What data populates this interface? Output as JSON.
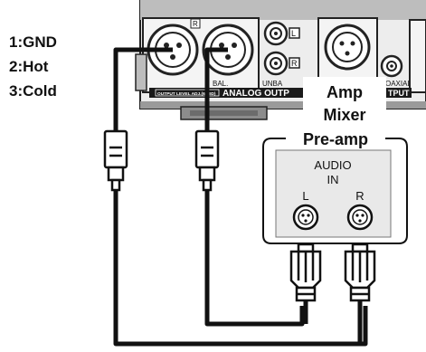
{
  "pin_legend": [
    "1:GND",
    "2:Hot",
    "3:Cold"
  ],
  "device_labels": {
    "bal": "BAL.",
    "unbal": "UNBA",
    "analog_output": "ANALOG OUTP",
    "coaxial": "OAXIAL",
    "output": "TPUT",
    "output_level": "OUTPUT LEVEL ADJ.(6.MID)",
    "jack_marks": [
      "R",
      "L",
      "R"
    ]
  },
  "destination": {
    "lines": [
      "Amp",
      "Mixer",
      "Pre-amp"
    ],
    "audio": "AUDIO",
    "in": "IN",
    "left": "L",
    "right": "R"
  }
}
